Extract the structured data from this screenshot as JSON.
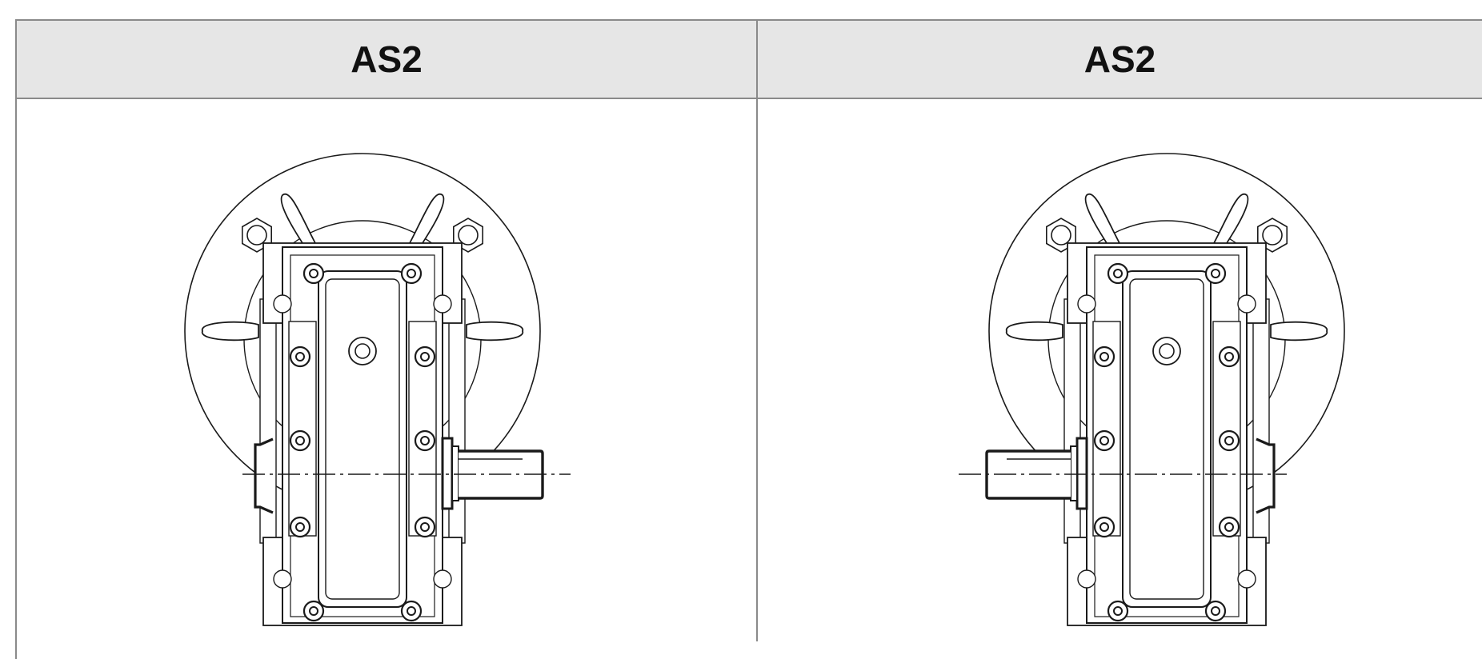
{
  "columns": [
    {
      "header": "AS2",
      "shaft_side": "right"
    },
    {
      "header": "AS2",
      "shaft_side": "left"
    }
  ],
  "colors": {
    "header_bg": "#e6e6e6",
    "border": "#8a8a8a",
    "line": "#1a1a1a"
  }
}
